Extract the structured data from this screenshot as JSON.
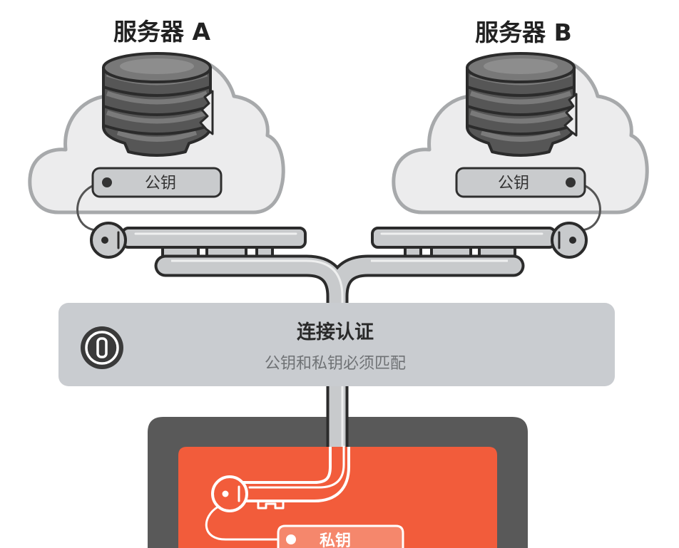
{
  "servers": [
    {
      "title": "服务器 A",
      "key_label": "公钥",
      "icon": "database-icon"
    },
    {
      "title": "服务器 B",
      "key_label": "公钥",
      "icon": "database-icon"
    }
  ],
  "auth_banner": {
    "title": "连接认证",
    "subtitle": "公钥和私钥必须匹配",
    "icon": "keyhole-icon"
  },
  "client": {
    "key_label": "私钥",
    "icon": "key-icon"
  },
  "colors": {
    "banner": "#c9ccd0",
    "laptop_frame": "#595959",
    "client_screen": "#f25c3b",
    "private_key_tag": "#f5876c"
  }
}
